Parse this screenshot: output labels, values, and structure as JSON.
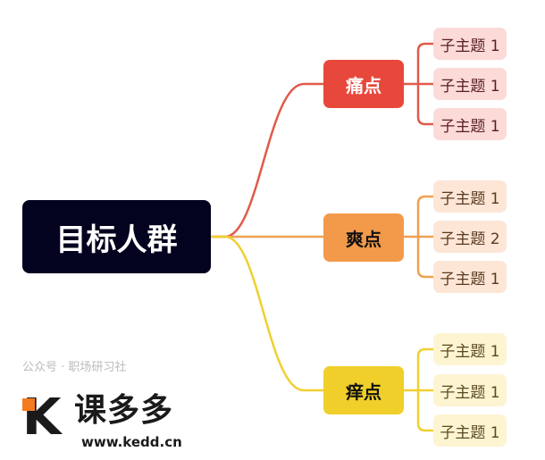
{
  "root": {
    "label": "目标人群",
    "color": "#03031f"
  },
  "branches": [
    {
      "label": "痛点",
      "color": "#e8483c",
      "children": [
        "子主题 1",
        "子主题 1",
        "子主题 1"
      ]
    },
    {
      "label": "爽点",
      "color": "#f39a4a",
      "children": [
        "子主题 1",
        "子主题 2",
        "子主题 1"
      ]
    },
    {
      "label": "痒点",
      "color": "#f0cf2a",
      "children": [
        "子主题 1",
        "子主题 1",
        "子主题 1"
      ]
    }
  ],
  "watermark": {
    "text": "公众号 · 职场研习社",
    "logo_text": "课多多",
    "logo_url": "www.kedd.cn"
  }
}
